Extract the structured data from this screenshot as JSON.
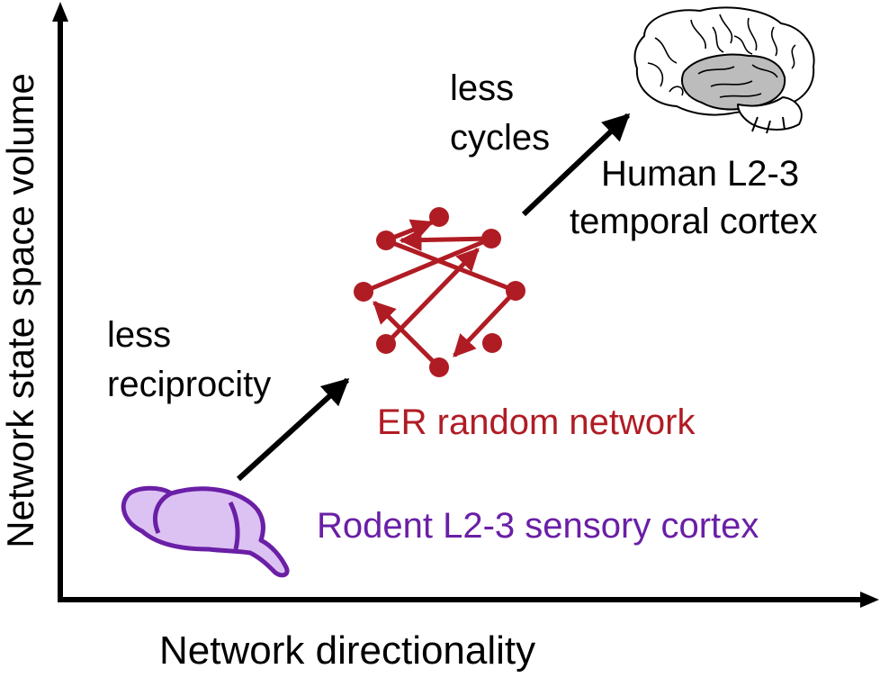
{
  "axes": {
    "x_label": "Network directionality",
    "y_label": "Network state space volume"
  },
  "annotations": {
    "lower_arrow_line1": "less",
    "lower_arrow_line2": "reciprocity",
    "upper_arrow_line1": "less",
    "upper_arrow_line2": "cycles"
  },
  "labels": {
    "human_line1": "Human L2-3",
    "human_line2": "temporal cortex",
    "er_network": "ER random network",
    "rodent": "Rodent L2-3 sensory cortex"
  },
  "colors": {
    "axis": "#000000",
    "network": "#b01c24",
    "rodent": "#6a1fa6",
    "rodent_fill": "#dcc2f2",
    "brain_fill": "#bcbcbc"
  },
  "icons": {
    "brain": "human-brain-icon",
    "rodent": "rodent-brain-icon"
  }
}
